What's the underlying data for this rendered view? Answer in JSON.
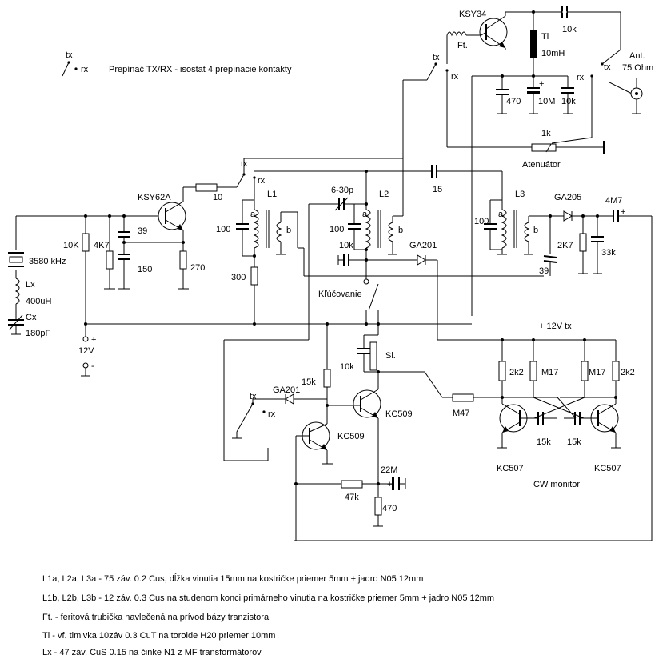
{
  "legend": {
    "tx": "tx",
    "rx": "rx",
    "text": "Prepínač TX/RX - isostat 4 prepínacie kontakty"
  },
  "transistors": {
    "ksy34": "KSY34",
    "ksy62a": "KSY62A",
    "kc509a": "KC509",
    "kc509b": "KC509",
    "kc507a": "KC507",
    "kc507b": "KC507"
  },
  "switch_labels": {
    "tx": "tx",
    "rx": "rx"
  },
  "components": {
    "ft": "Ft.",
    "tl": "Tl",
    "tl_val": "10mH",
    "c_10k_top": "10k",
    "c_470": "470",
    "c_10m": "10M",
    "c_10k_dec": "10k",
    "ant1": "Ant.",
    "ant2": "75 Ohm",
    "r_1k": "1k",
    "atenuator": "Atenuátor",
    "r_10": "10",
    "l1": "L1",
    "c_6_30p": "6-30p",
    "l2": "L2",
    "c_15": "15",
    "l3": "L3",
    "ga205": "GA205",
    "c_4m7": "4M7",
    "c_39": "39",
    "c_150": "150",
    "r_270": "270",
    "r_10k": "10K",
    "r_4k7": "4K7",
    "xtal": "3580 kHz",
    "lx": "Lx",
    "lx_val": "400uH",
    "cx": "Cx",
    "cx_val": "180pF",
    "c_100_l1": "100",
    "c_100_l2": "100",
    "c_100_l3": "100",
    "coil_a": "a",
    "coil_b": "b",
    "r_300": "300",
    "c_10k_l2": "10k",
    "ga201_top": "GA201",
    "r_2k7": "2K7",
    "c_33k": "33k",
    "c_39_b": "39",
    "keying": "Kľúčovanie",
    "plus": "+",
    "v12": "12V",
    "minus": "-",
    "v12tx": "+ 12V tx",
    "c_10k_sl": "10k",
    "sl": "Sl.",
    "r_15k": "15k",
    "ga201_bot": "GA201",
    "r_m47": "M47",
    "r_2k2_a": "2k2",
    "r_m17_a": "M17",
    "r_m17_b": "M17",
    "r_2k2_b": "2k2",
    "c_15k_a": "15k",
    "c_15k_b": "15k",
    "c_22m": "22M",
    "r_47k": "47k",
    "r_470": "470",
    "cw_monitor": "CW monitor"
  },
  "notes": [
    "L1a, L2a, L3a - 75 záv. 0.2 Cus, dĺžka vinutia 15mm na kostričke priemer 5mm + jadro N05  12mm",
    "L1b, L2b, L3b - 12 záv. 0.3 Cus na studenom konci primárneho vinutia  na kostričke priemer 5mm + jadro N05  12mm",
    "Ft. - feritová trubička navlečená na prívod bázy tranzistora",
    "Tl - vf. tlmivka 10záv 0.3 CuT na toroide H20 priemer 10mm",
    "Lx - 47 záv. CuS 0.15 na činke N1 z MF transformátorov"
  ]
}
